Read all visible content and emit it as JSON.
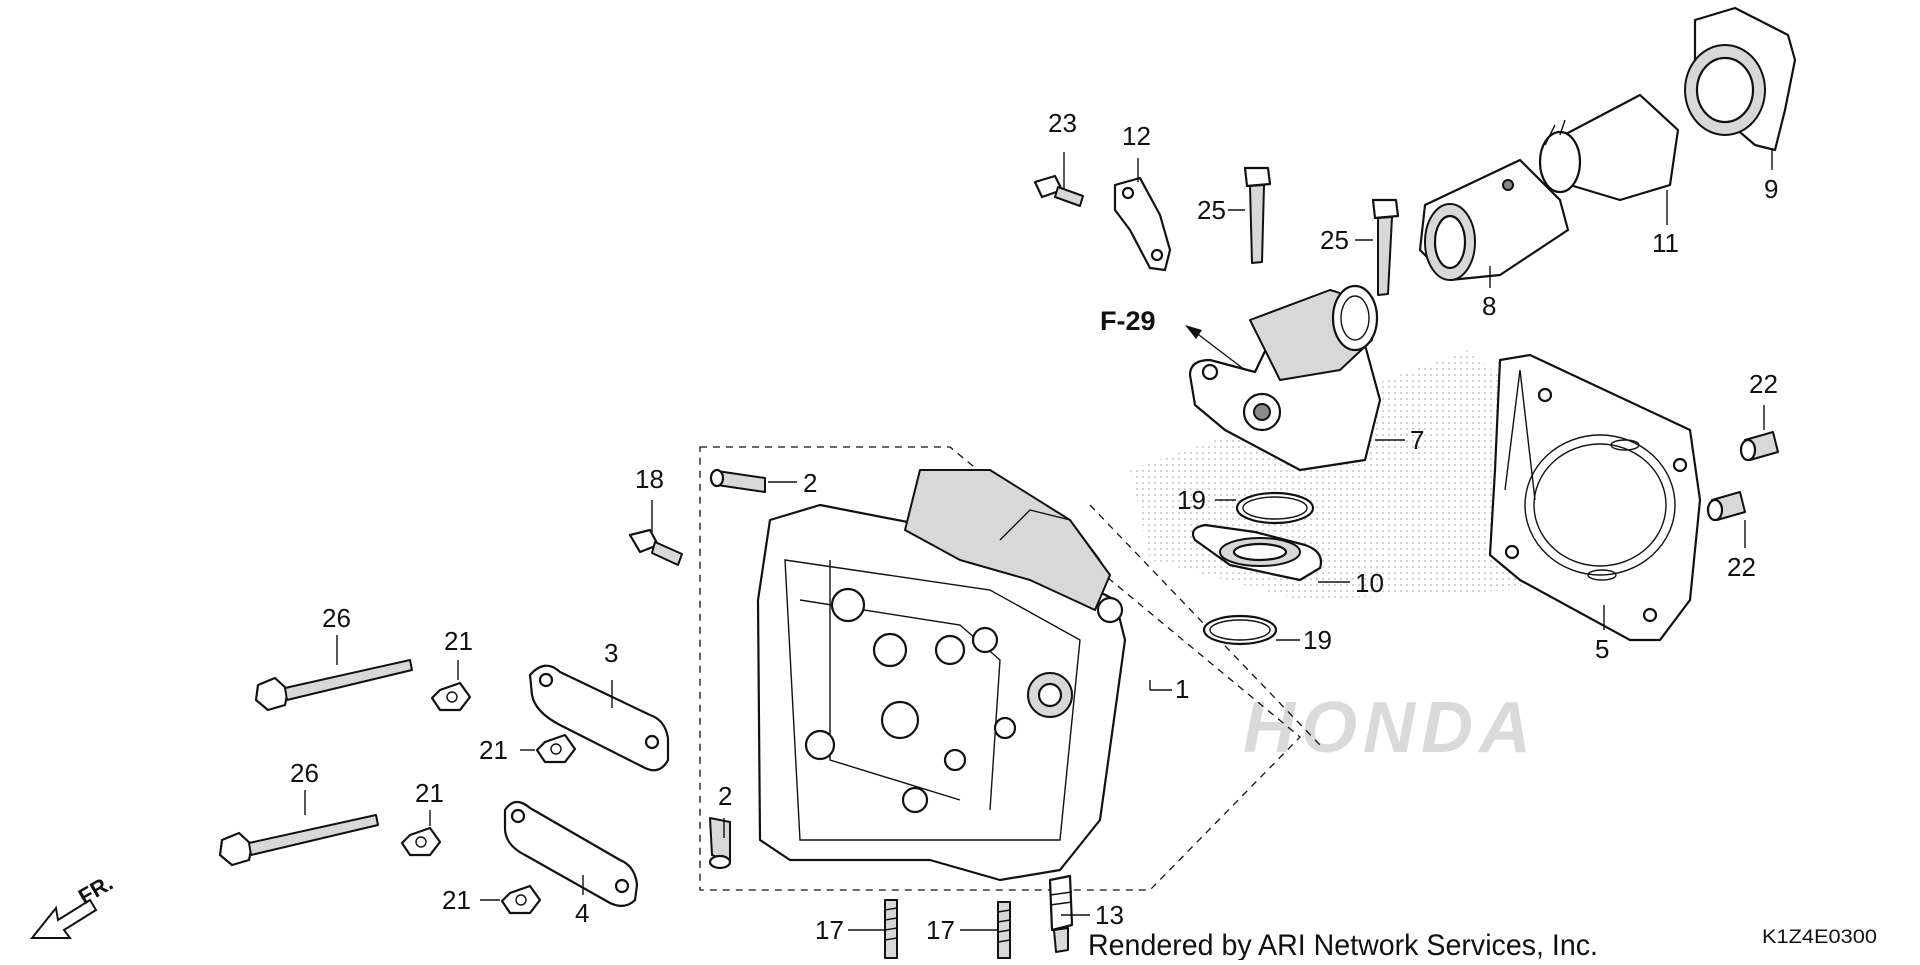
{
  "diagram": {
    "reference_label": "F-29",
    "direction_label": "FR.",
    "credit": "Rendered by ARI Network Services, Inc.",
    "diagram_code": "K1Z4E0300",
    "watermark": "HONDA",
    "callouts": {
      "c1": "1",
      "c2a": "2",
      "c2b": "2",
      "c3": "3",
      "c4": "4",
      "c5": "5",
      "c7": "7",
      "c8": "8",
      "c9": "9",
      "c10": "10",
      "c11": "11",
      "c12": "12",
      "c13": "13",
      "c17a": "17",
      "c17b": "17",
      "c18": "18",
      "c19a": "19",
      "c19b": "19",
      "c21a": "21",
      "c21b": "21",
      "c21c": "21",
      "c21d": "21",
      "c22a": "22",
      "c22b": "22",
      "c23": "23",
      "c25a": "25",
      "c25b": "25",
      "c26a": "26",
      "c26b": "26"
    }
  },
  "colors": {
    "line": "#111111",
    "background": "#ffffff",
    "watermark": "#d2d2d2"
  }
}
